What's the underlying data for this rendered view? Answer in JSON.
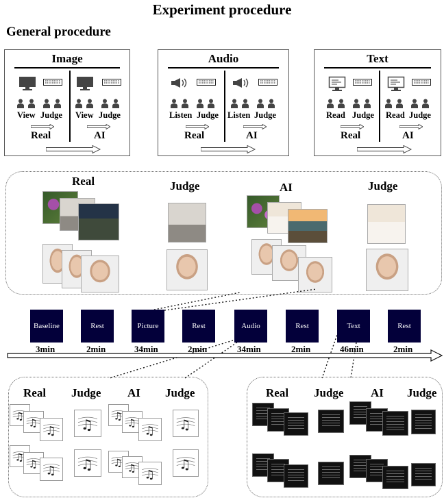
{
  "title": "Experiment procedure",
  "subtitle": "General procedure",
  "panels": [
    {
      "head": "Image",
      "left_action": "View",
      "right_action": "View",
      "judge": "Judge",
      "left_cond": "Real",
      "right_cond": "AI"
    },
    {
      "head": "Audio",
      "left_action": "Listen",
      "right_action": "Listen",
      "judge": "Judge",
      "left_cond": "Real",
      "right_cond": "AI"
    },
    {
      "head": "Text",
      "left_action": "Read",
      "right_action": "Read",
      "judge": "Judge",
      "left_cond": "Real",
      "right_cond": "AI"
    }
  ],
  "image_section": {
    "real": "Real",
    "judge1": "Judge",
    "ai": "AI",
    "judge2": "Judge"
  },
  "timeline": [
    {
      "label": "Baseline",
      "duration": "3min"
    },
    {
      "label": "Rest",
      "duration": "2min"
    },
    {
      "label": "Picture",
      "duration": "34min"
    },
    {
      "label": "Rest",
      "duration": "2min"
    },
    {
      "label": "Audio",
      "duration": "34min"
    },
    {
      "label": "Rest",
      "duration": "2min"
    },
    {
      "label": "Text",
      "duration": "46min"
    },
    {
      "label": "Rest",
      "duration": "2min"
    }
  ],
  "audio_section": {
    "real": "Real",
    "judge1": "Judge",
    "ai": "AI",
    "judge2": "Judge"
  },
  "text_section": {
    "real": "Real",
    "judge1": "Judge",
    "ai": "AI",
    "judge2": "Judge"
  },
  "icons": [
    "monitor-icon",
    "keyboard-icon",
    "speaker-icon",
    "person-icon",
    "arrow-icon",
    "music-sheet-icon"
  ]
}
